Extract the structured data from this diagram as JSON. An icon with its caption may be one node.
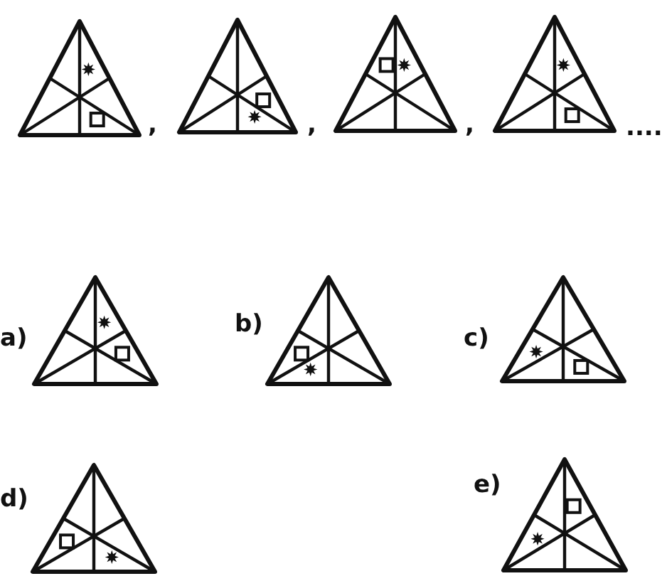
{
  "diagram": {
    "labels": [
      ",",
      ",",
      ",",
      "....",
      "a)",
      "b)",
      "c)",
      "d)",
      "e)"
    ]
  }
}
